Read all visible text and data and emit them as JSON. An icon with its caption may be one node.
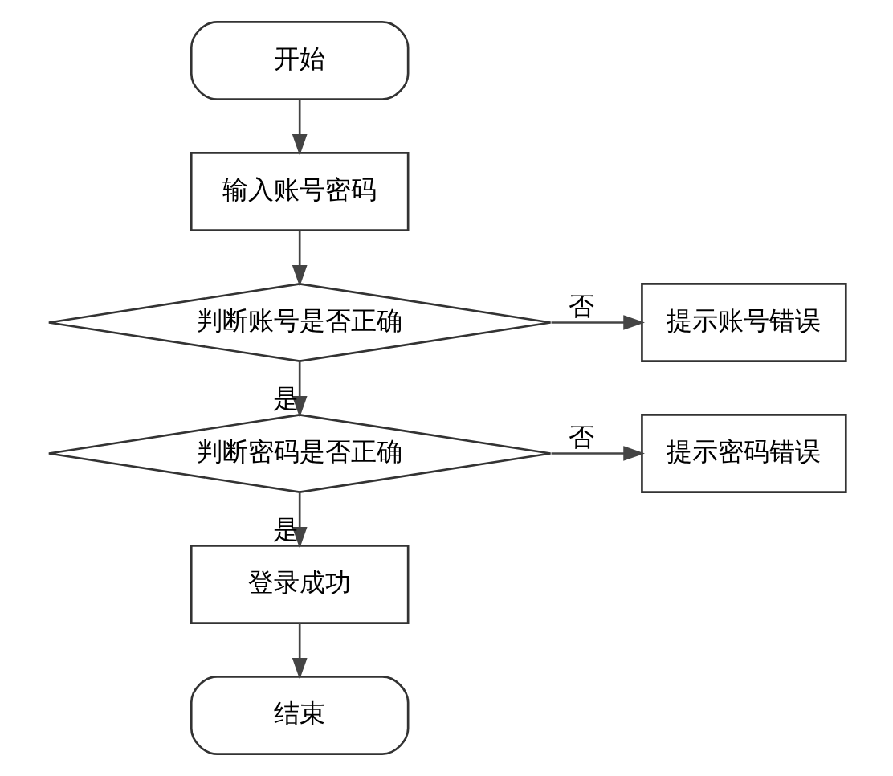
{
  "diagram": {
    "nodes": [
      {
        "text": [
          "开始"
        ]
      },
      {
        "text": [
          "输入账号密码"
        ]
      },
      {
        "text": [
          "判断账号是否正确"
        ]
      },
      {
        "text": [
          "提示账号错误"
        ]
      },
      {
        "text": [
          "判断密码是否正确"
        ]
      },
      {
        "text": [
          "提示密码错误"
        ]
      },
      {
        "text": [
          "登录成功"
        ]
      },
      {
        "text": [
          "结束"
        ]
      }
    ],
    "edges": [
      {
        "from": 0,
        "to": 1,
        "arrow": "to"
      },
      {
        "from": 1,
        "to": 2,
        "arrow": "to"
      },
      {
        "from": 2,
        "to": 3,
        "arrow": "to",
        "label": "否"
      },
      {
        "from": 2,
        "to": 4,
        "arrow": "to",
        "label": "是"
      },
      {
        "from": 4,
        "to": 5,
        "arrow": "to",
        "label": "否"
      },
      {
        "from": 4,
        "to": 6,
        "arrow": "to",
        "label": "是"
      },
      {
        "from": 6,
        "to": 7,
        "arrow": "to"
      }
    ]
  }
}
